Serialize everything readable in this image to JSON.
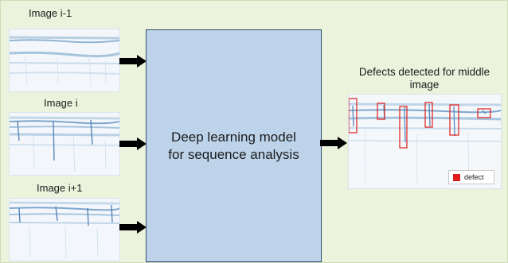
{
  "inputs": [
    {
      "label": "Image i-1"
    },
    {
      "label": "Image i"
    },
    {
      "label": "Image i+1"
    }
  ],
  "model": {
    "label": "Deep learning model for sequence analysis"
  },
  "output": {
    "title": "Defects detected for middle image",
    "legend_label": "defect"
  },
  "colors": {
    "background": "#ebf3dc",
    "model_fill": "#bdd3ea",
    "defect_box": "#e01c1c",
    "arrow": "#000000"
  }
}
